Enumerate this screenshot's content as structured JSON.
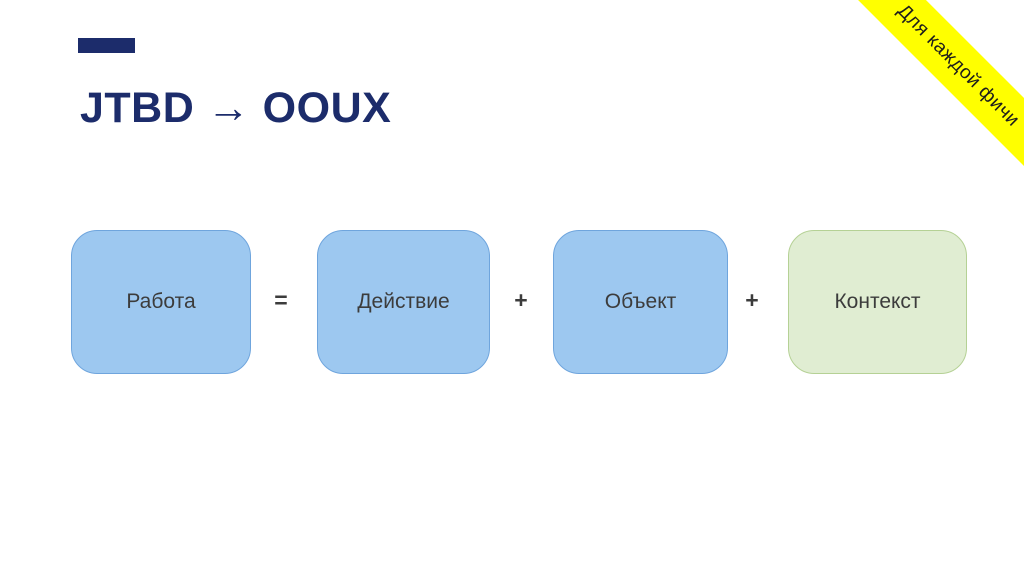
{
  "slide": {
    "title": "JTBD → OOUX",
    "ribbon": {
      "label": "Для каждой фичи"
    },
    "formula": {
      "boxes": [
        {
          "label": "Работа",
          "variant": "blue"
        },
        {
          "label": "Действие",
          "variant": "blue"
        },
        {
          "label": "Объект",
          "variant": "blue"
        },
        {
          "label": "Контекст",
          "variant": "green"
        }
      ],
      "operators": [
        "=",
        "+",
        "+"
      ]
    },
    "colors": {
      "title_color": "#1c2c6b",
      "ribbon_bg": "#ffff00",
      "ribbon_text": "#1d1d1d",
      "blue_fill": "#9dc8f0",
      "blue_border": "#6fa5dd",
      "green_fill": "#e0edd2",
      "green_border": "#b5d195",
      "box_text": "#3c3c3c"
    }
  }
}
